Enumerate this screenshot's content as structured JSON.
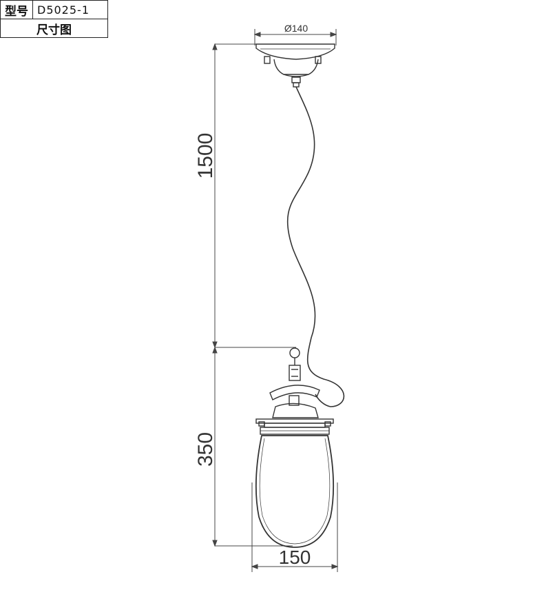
{
  "title_block": {
    "model_label": "型号",
    "model_value": "D5025-1",
    "drawing_label": "尺寸图"
  },
  "dimensions": {
    "canopy_diameter": "Ø140",
    "cord_length": "1500",
    "shade_height": "350",
    "shade_width": "150"
  }
}
